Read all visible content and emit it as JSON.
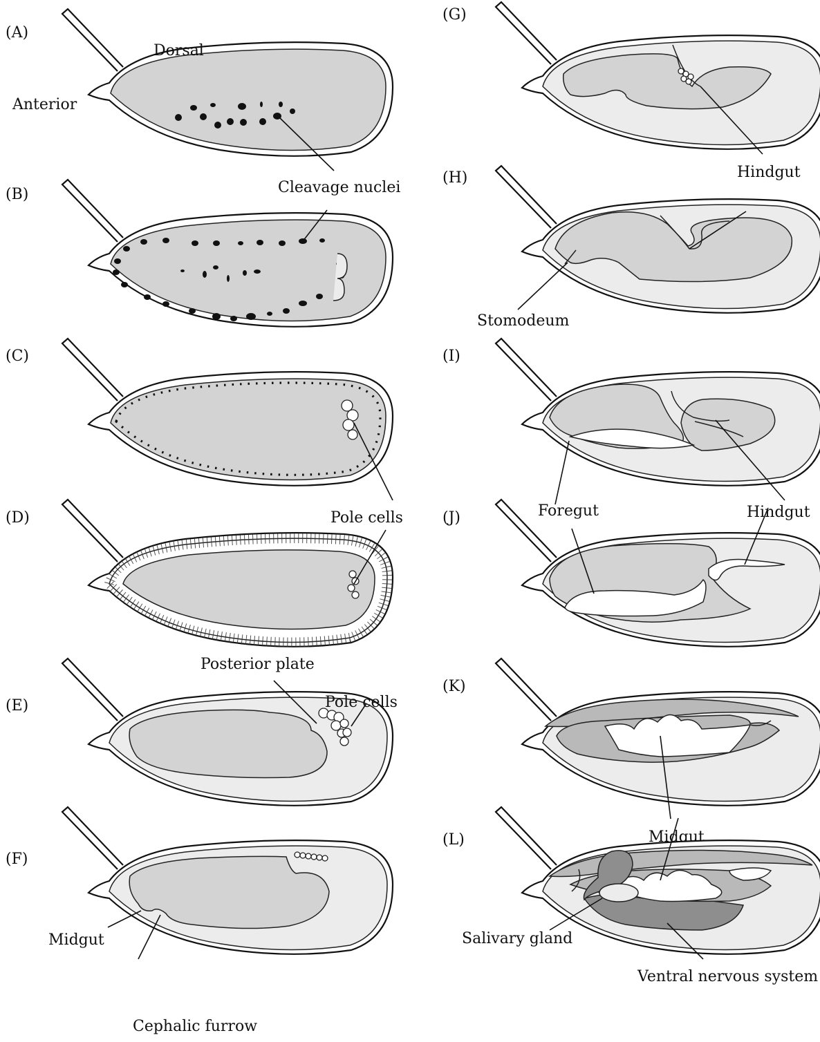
{
  "panels": {
    "A": "(A)",
    "B": "(B)",
    "C": "(C)",
    "D": "(D)",
    "E": "(E)",
    "F": "(F)",
    "G": "(G)",
    "H": "(H)",
    "I": "(I)",
    "J": "(J)",
    "K": "(K)",
    "L": "(L)"
  },
  "labels": {
    "dorsal": "Dorsal",
    "anterior": "Anterior",
    "cleavage_nuclei": "Cleavage nuclei",
    "pole_cells_d": "Pole cells",
    "posterior_plate": "Posterior plate",
    "pole_cells_e": "Pole cells",
    "midgut_f": "Midgut",
    "cephalic_furrow": "Cephalic furrow",
    "hindgut_g": "Hindgut",
    "stomodeum": "Stomodeum",
    "foregut": "Foregut",
    "hindgut_j": "Hindgut",
    "midgut_k": "Midgut",
    "salivary_gland": "Salivary gland",
    "ventral_nervous_system": "Ventral nervous system"
  },
  "colors": {
    "outline": "#111111",
    "yolk": "#d3d3d3",
    "tissue_light": "#ececec",
    "tissue_mid": "#b9b9b9",
    "tissue_dark": "#8e8e8e",
    "background": "#ffffff"
  }
}
